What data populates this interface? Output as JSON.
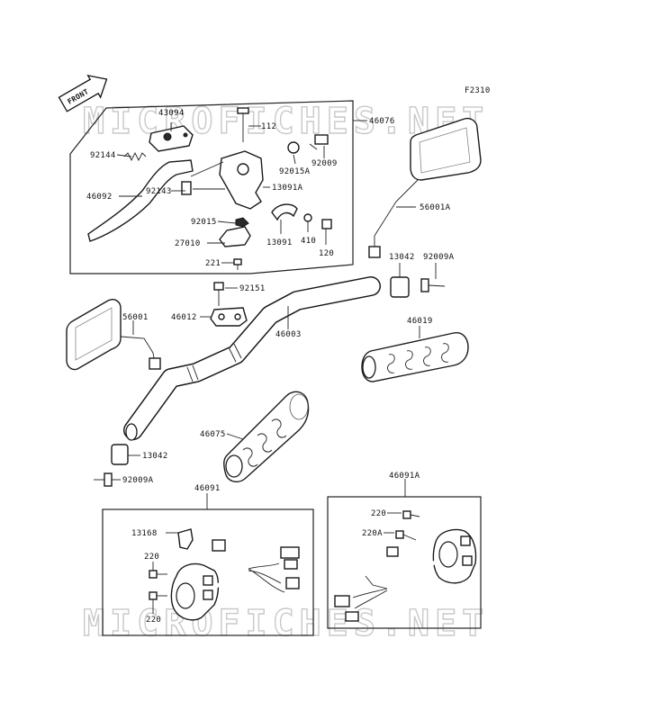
{
  "figure_code": "F2310",
  "front_arrow": "FRONT",
  "watermark": "MICROFICHES.NET",
  "labels": {
    "p43094": "43094",
    "p112": "112",
    "p46076": "46076",
    "p92144": "92144",
    "p92015A": "92015A",
    "p92009": "92009",
    "p46092": "46092",
    "p92143": "92143",
    "p13091A": "13091A",
    "p92015": "92015",
    "p27010": "27010",
    "p13091": "13091",
    "p410": "410",
    "p120": "120",
    "p221": "221",
    "p56001A": "56001A",
    "p13042a": "13042",
    "p92009Aa": "92009A",
    "p92151": "92151",
    "p56001": "56001",
    "p46012": "46012",
    "p46003": "46003",
    "p46019": "46019",
    "p46075": "46075",
    "p13042b": "13042",
    "p92009Ab": "92009A",
    "p46091": "46091",
    "p46091A": "46091A",
    "p13168": "13168",
    "p220a": "220",
    "p220b": "220",
    "p220c": "220",
    "p220A": "220A"
  }
}
